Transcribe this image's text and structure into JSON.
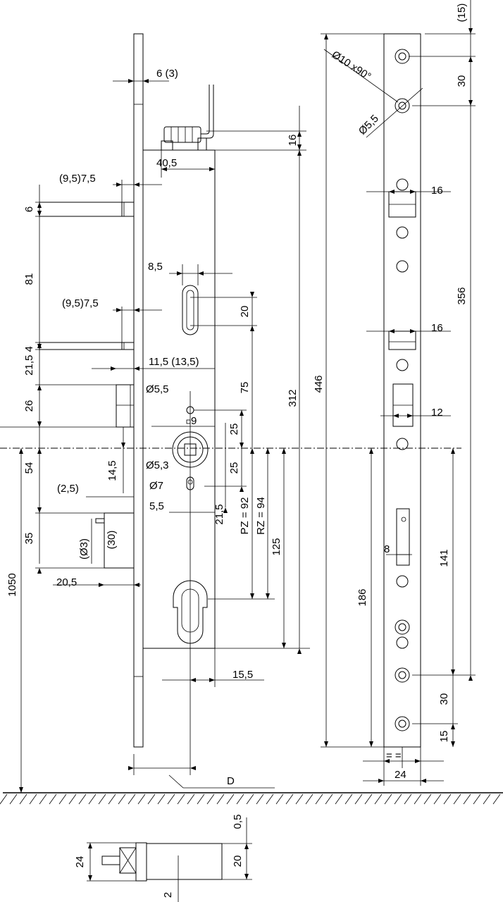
{
  "dimensions": {
    "top_offset": "(15)",
    "thickness": "6 (3)",
    "height_16_top": "16",
    "width_40_5": "40,5",
    "bolt_offset_a": "(9,5)7,5",
    "bolt_h_6": "6",
    "spacing_81": "81",
    "slot_8_5": "8,5",
    "bolt_offset_b": "(9,5)7,5",
    "slot_20": "20",
    "h_21_5_4": "21,5 4",
    "offset_11_5": "11,5 (13,5)",
    "hole_5_5": "Ø5,5",
    "h_26": "26",
    "v_75": "75",
    "sq_9": "9",
    "h_312": "312",
    "h_446": "446",
    "v_25a": "25",
    "v_25b": "25",
    "hole_5_3": "Ø5,3",
    "h_54": "54",
    "h_14_5": "14,5",
    "h_2_5": "(2,5)",
    "hole_7": "Ø7",
    "w_5_5": "5,5",
    "h_21_5": "21,5",
    "pz": "PZ = 92",
    "rz": "RZ = 94",
    "h_125": "125",
    "h_35": "35",
    "d_3": "(Ø3)",
    "h_30_paren": "(30)",
    "w_20_5": "20,5",
    "h_1050": "1050",
    "w_15_5": "15,5",
    "label_d": "D",
    "csk": "Ø10 x90°",
    "hole_r_5_5": "Ø5,5",
    "r_30_top": "30",
    "r_16a": "16",
    "r_356": "356",
    "r_16b": "16",
    "r_12": "12",
    "r_8": "8",
    "r_141": "141",
    "r_186": "186",
    "r_30_bot": "30",
    "r_15": "15",
    "r_eq": "= =",
    "r_24": "24",
    "b_0_5": "0,5",
    "b_24": "24",
    "b_20": "20",
    "b_2": "2"
  }
}
